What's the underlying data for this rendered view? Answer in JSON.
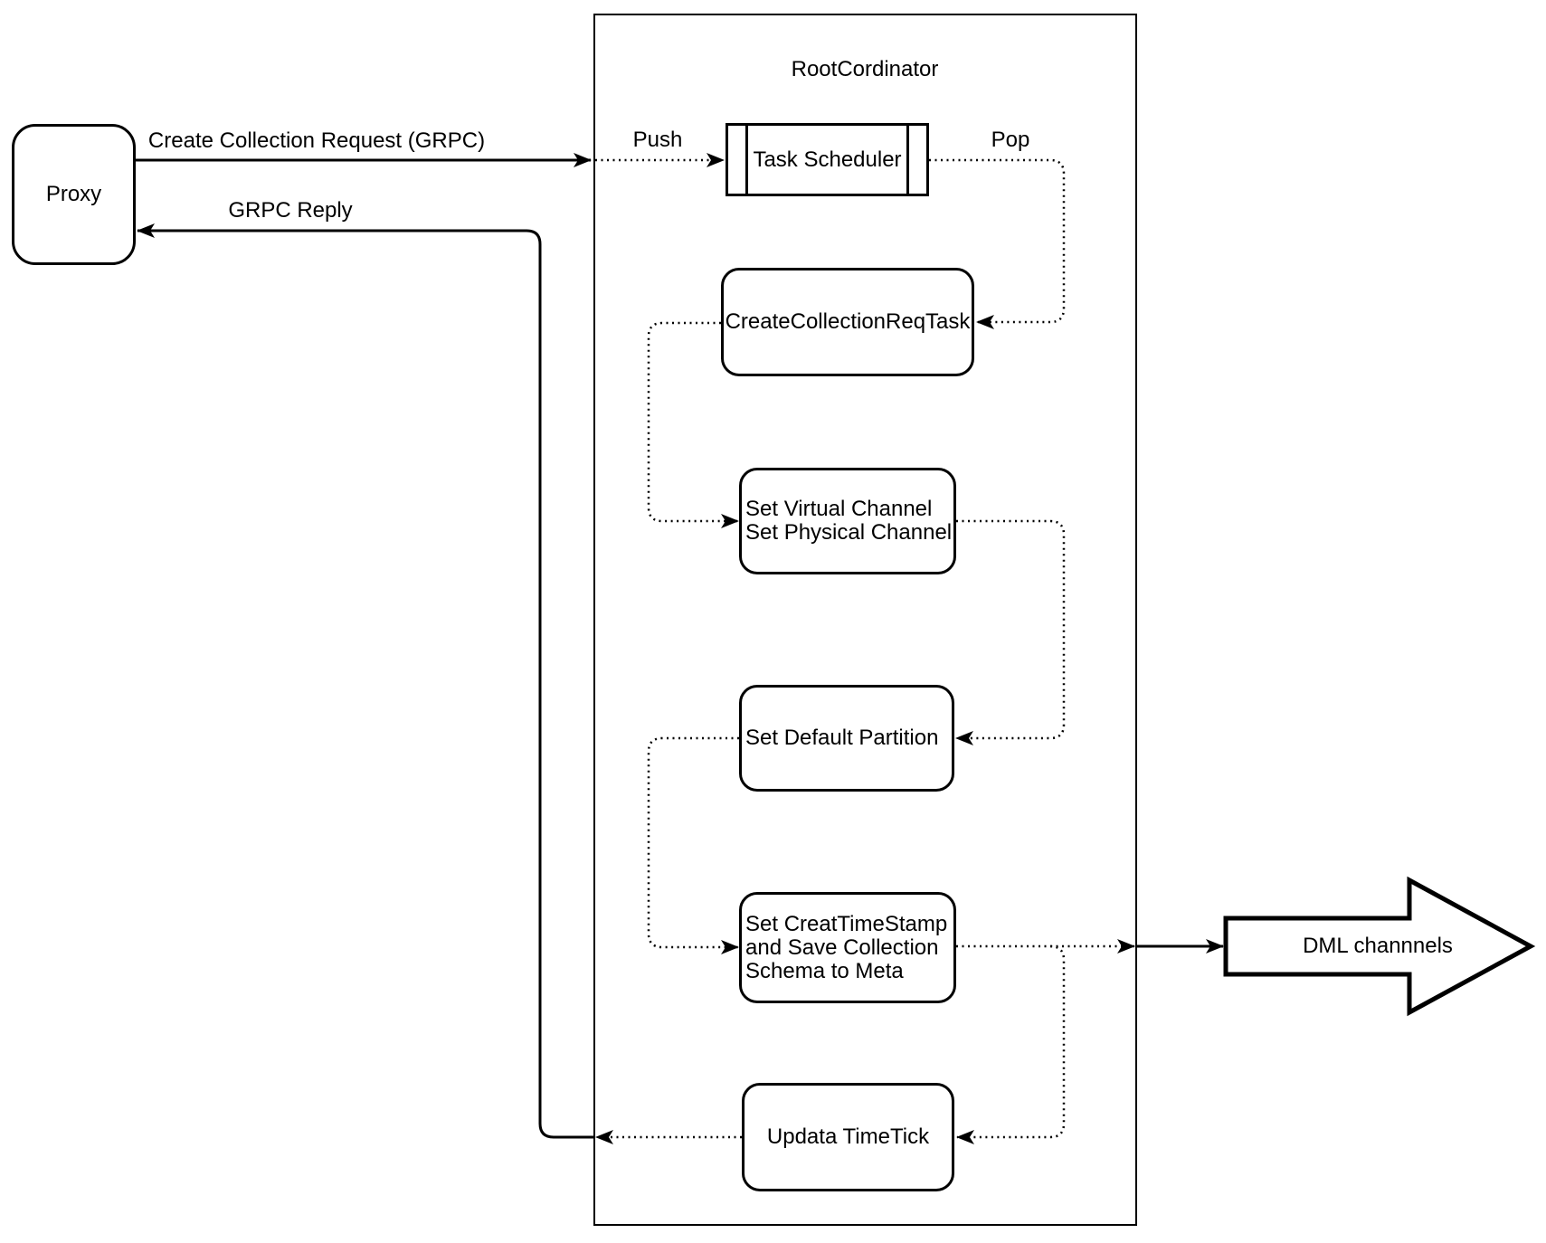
{
  "diagram": {
    "container_title": "RootCordinator",
    "nodes": {
      "proxy": "Proxy",
      "task_scheduler": "Task Scheduler",
      "create_collection_req_task": "CreateCollectionReqTask",
      "set_channel_lines": [
        "Set Virtual Channel",
        "Set Physical Channel"
      ],
      "set_default_partition": "Set Default Partition",
      "set_timestamp_lines": [
        "Set CreatTimeStamp",
        "and Save Collection",
        "Schema to Meta"
      ],
      "updata_timetick": "Updata TimeTick",
      "dml_channels": "DML channnels"
    },
    "edge_labels": {
      "create_collection_request": "Create Collection Request (GRPC)",
      "grpc_reply": "GRPC Reply",
      "push": "Push",
      "pop": "Pop"
    },
    "colors": {
      "stroke": "#000000",
      "background": "#ffffff"
    }
  }
}
